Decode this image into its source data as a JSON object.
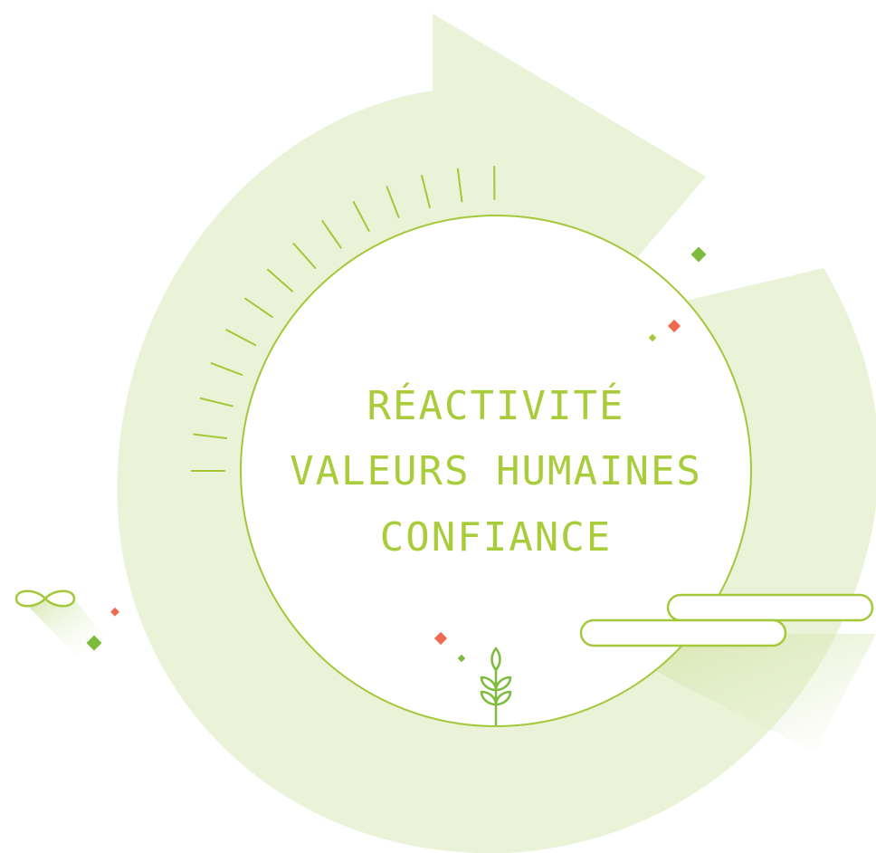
{
  "values": {
    "line1": "RÉACTIVITÉ",
    "line2": "VALEURS HUMAINES",
    "line3": "CONFIANCE"
  },
  "icons": [
    "circular-arrow-icon",
    "infinity-icon",
    "sprout-icon",
    "cloud-icon",
    "diamond-icon"
  ],
  "colors": {
    "arrow_fill": "#eaf2d7",
    "accent_green": "#a4c83a",
    "text_green": "#a9cc3a",
    "diamond_green": "#7dbb3c",
    "diamond_red": "#ef6a50",
    "background": "#ffffff"
  }
}
